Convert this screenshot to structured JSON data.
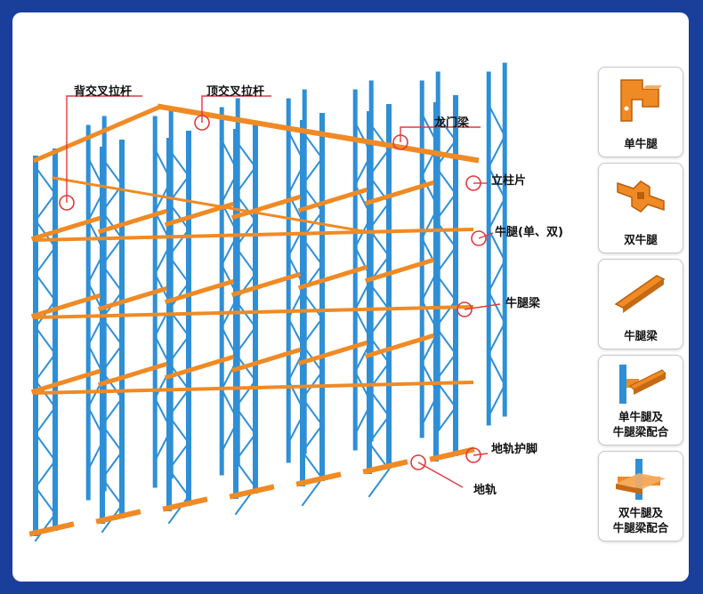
{
  "labels": {
    "back_brace": "背交叉拉杆",
    "top_brace": "顶交叉拉杆",
    "gantry_beam": "龙门梁",
    "upright_frame": "立柱片",
    "bracket": "牛腿(单、双)",
    "bracket_beam": "牛腿梁",
    "rail_guard": "地轨护脚",
    "ground_rail": "地轨"
  },
  "parts": [
    {
      "icon": "single-bracket-icon",
      "label": "单牛腿"
    },
    {
      "icon": "double-bracket-icon",
      "label": "双牛腿"
    },
    {
      "icon": "bracket-beam-icon",
      "label": "牛腿梁"
    },
    {
      "icon": "single-bracket-beam-combo-icon",
      "label_lines": [
        "单牛腿及",
        "牛腿梁配合"
      ]
    },
    {
      "icon": "double-bracket-beam-combo-icon",
      "label_lines": [
        "双牛腿及",
        "牛腿梁配合"
      ]
    }
  ],
  "colors": {
    "background": "#1a3f9b",
    "upright_blue": "#2e8fd6",
    "beam_orange": "#f08a24",
    "callout_red": "#e0393e"
  }
}
